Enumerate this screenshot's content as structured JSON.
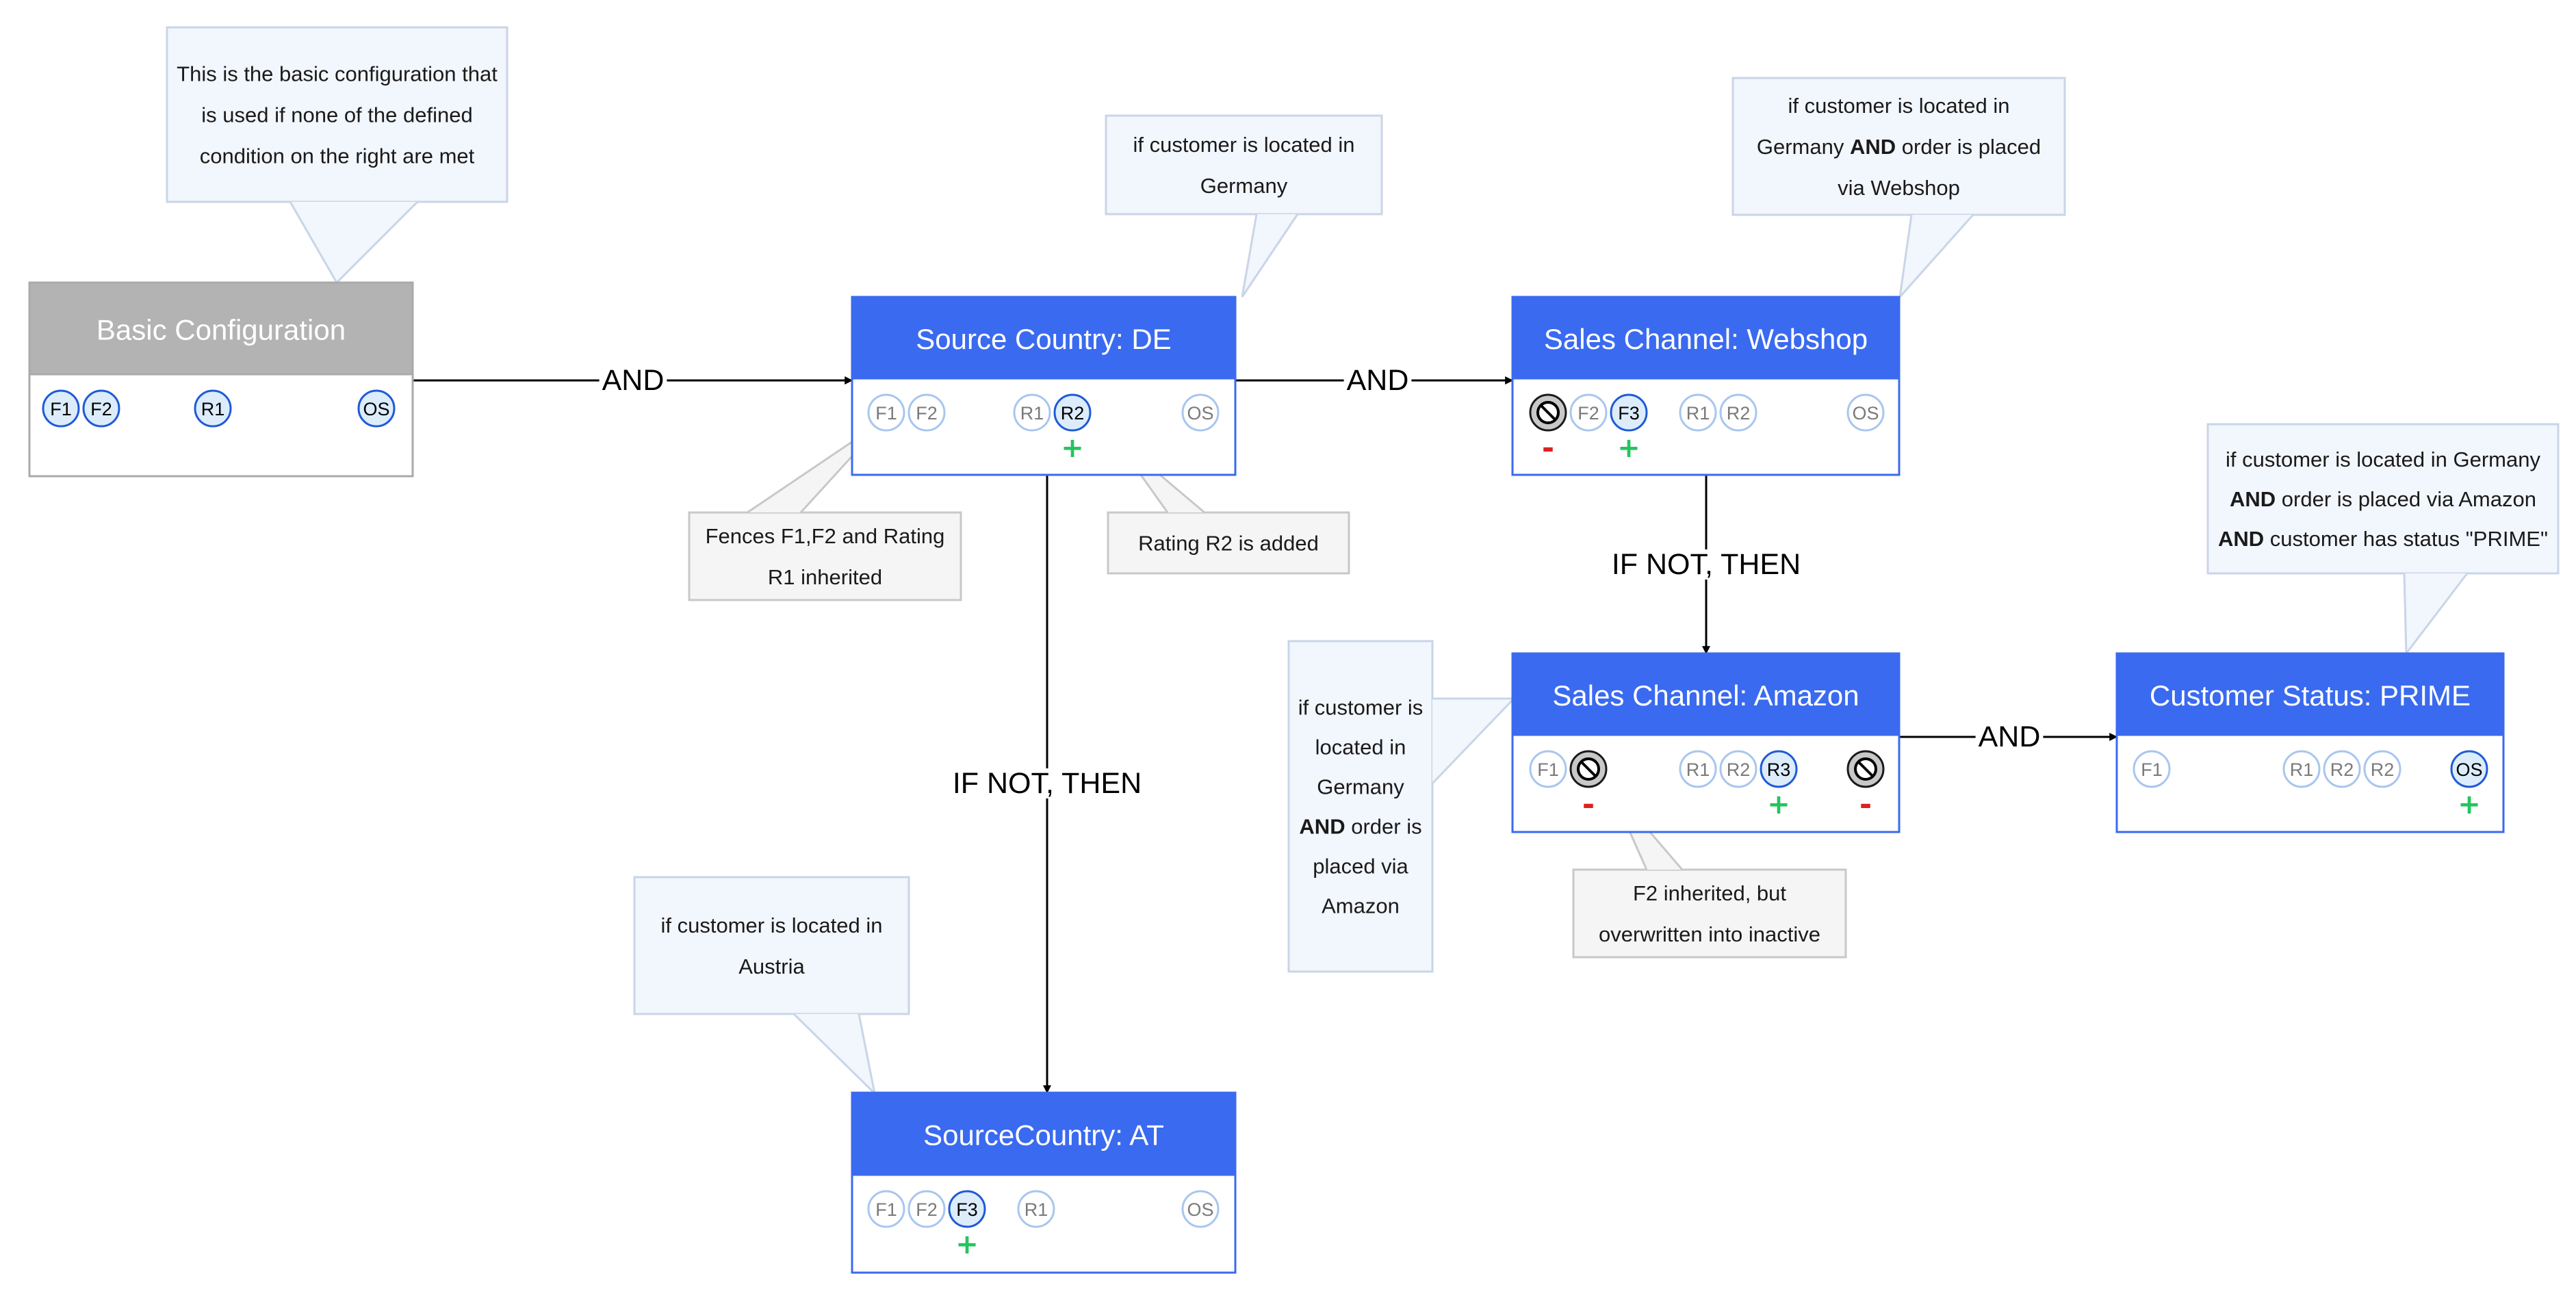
{
  "colors": {
    "node_header_blue": "#3a6af0",
    "node_header_gray": "#b3b3b3",
    "node_border_blue": "#3a6af0",
    "node_border_gray": "#aaaaaa",
    "chip_active_fill": "#dcecfb",
    "chip_active_stroke": "#1f5ad6",
    "chip_inactive_stroke": "#a8c6ef",
    "chip_inactive_text": "#7a7a7a",
    "plus": "#22c55e",
    "minus": "#e02020",
    "callout_fill": "#f2f6fd",
    "callout_stroke": "#c9d5e8",
    "label_fill": "#f5f5f5",
    "label_stroke": "#c8c8c8"
  },
  "nodes": [
    {
      "id": "basic",
      "title": "Basic Configuration",
      "style": "gray",
      "chips": [
        {
          "label": "F1",
          "state": "active"
        },
        {
          "label": "F2",
          "state": "active"
        },
        {
          "label": "R1",
          "state": "active"
        },
        {
          "label": "OS",
          "state": "active"
        }
      ]
    },
    {
      "id": "de",
      "title": "Source Country: DE",
      "style": "blue",
      "chips": [
        {
          "label": "F1",
          "state": "inactive"
        },
        {
          "label": "F2",
          "state": "inactive"
        },
        {
          "label": "R1",
          "state": "inactive"
        },
        {
          "label": "R2",
          "state": "active",
          "mark": "+"
        },
        {
          "label": "OS",
          "state": "inactive"
        }
      ]
    },
    {
      "id": "webshop",
      "title": "Sales Channel: Webshop",
      "style": "blue",
      "chips": [
        {
          "label": "",
          "state": "blocked",
          "icon": "blocked-icon",
          "mark": "-"
        },
        {
          "label": "F2",
          "state": "inactive"
        },
        {
          "label": "F3",
          "state": "active",
          "mark": "+"
        },
        {
          "label": "R1",
          "state": "inactive"
        },
        {
          "label": "R2",
          "state": "inactive"
        },
        {
          "label": "OS",
          "state": "inactive"
        }
      ]
    },
    {
      "id": "amazon",
      "title": "Sales Channel: Amazon",
      "style": "blue",
      "chips": [
        {
          "label": "F1",
          "state": "inactive"
        },
        {
          "label": "",
          "state": "blocked",
          "icon": "blocked-icon",
          "mark": "-"
        },
        {
          "label": "R1",
          "state": "inactive"
        },
        {
          "label": "R2",
          "state": "inactive"
        },
        {
          "label": "R3",
          "state": "active",
          "mark": "+"
        },
        {
          "label": "",
          "state": "blocked",
          "icon": "blocked-icon",
          "mark": "-"
        }
      ]
    },
    {
      "id": "prime",
      "title": "Customer Status: PRIME",
      "style": "blue",
      "chips": [
        {
          "label": "F1",
          "state": "inactive"
        },
        {
          "label": "R1",
          "state": "inactive"
        },
        {
          "label": "R2",
          "state": "inactive"
        },
        {
          "label": "R2",
          "state": "inactive"
        },
        {
          "label": "OS",
          "state": "active",
          "mark": "+"
        }
      ]
    },
    {
      "id": "at",
      "title": "SourceCountry: AT",
      "style": "blue",
      "chips": [
        {
          "label": "F1",
          "state": "inactive"
        },
        {
          "label": "F2",
          "state": "inactive"
        },
        {
          "label": "F3",
          "state": "active",
          "mark": "+"
        },
        {
          "label": "R1",
          "state": "inactive"
        },
        {
          "label": "OS",
          "state": "inactive"
        }
      ]
    }
  ],
  "edges": [
    {
      "from": "basic",
      "to": "de",
      "label": "AND"
    },
    {
      "from": "de",
      "to": "webshop",
      "label": "AND"
    },
    {
      "from": "webshop",
      "to": "amazon",
      "label": "IF NOT, THEN"
    },
    {
      "from": "amazon",
      "to": "prime",
      "label": "AND"
    },
    {
      "from": "de",
      "to": "at",
      "label": "IF NOT, THEN"
    }
  ],
  "callouts": [
    {
      "id": "basic-note",
      "lines": [
        [
          {
            "t": "This is the basic configuration that"
          }
        ],
        [
          {
            "t": "is used if none of the defined"
          }
        ],
        [
          {
            "t": "condition on the right are met"
          }
        ]
      ]
    },
    {
      "id": "de-note",
      "lines": [
        [
          {
            "t": "if customer is located in"
          }
        ],
        [
          {
            "t": "Germany"
          }
        ]
      ]
    },
    {
      "id": "webshop-note",
      "lines": [
        [
          {
            "t": "if customer is located in"
          }
        ],
        [
          {
            "t": "Germany "
          },
          {
            "t": "AND",
            "b": true
          },
          {
            "t": " order is placed"
          }
        ],
        [
          {
            "t": "via Webshop"
          }
        ]
      ]
    },
    {
      "id": "prime-note",
      "lines": [
        [
          {
            "t": "if customer is located in Germany"
          }
        ],
        [
          {
            "t": "AND",
            "b": true
          },
          {
            "t": " order is placed via Amazon"
          }
        ],
        [
          {
            "t": "AND",
            "b": true
          },
          {
            "t": " customer has status \"PRIME\""
          }
        ]
      ]
    },
    {
      "id": "amazon-note",
      "lines": [
        [
          {
            "t": "if customer is"
          }
        ],
        [
          {
            "t": "located in"
          }
        ],
        [
          {
            "t": "Germany"
          }
        ],
        [
          {
            "t": "AND",
            "b": true
          },
          {
            "t": " order is"
          }
        ],
        [
          {
            "t": "placed via"
          }
        ],
        [
          {
            "t": "Amazon"
          }
        ]
      ]
    },
    {
      "id": "at-note",
      "lines": [
        [
          {
            "t": "if customer is located in"
          }
        ],
        [
          {
            "t": "Austria"
          }
        ]
      ]
    }
  ],
  "labels": [
    {
      "id": "fences-label",
      "lines": [
        "Fences F1,F2 and Rating",
        "R1 inherited"
      ]
    },
    {
      "id": "rating-label",
      "lines": [
        "Rating R2 is added"
      ]
    },
    {
      "id": "f2-label",
      "lines": [
        "F2 inherited, but",
        "overwritten into inactive"
      ]
    }
  ]
}
